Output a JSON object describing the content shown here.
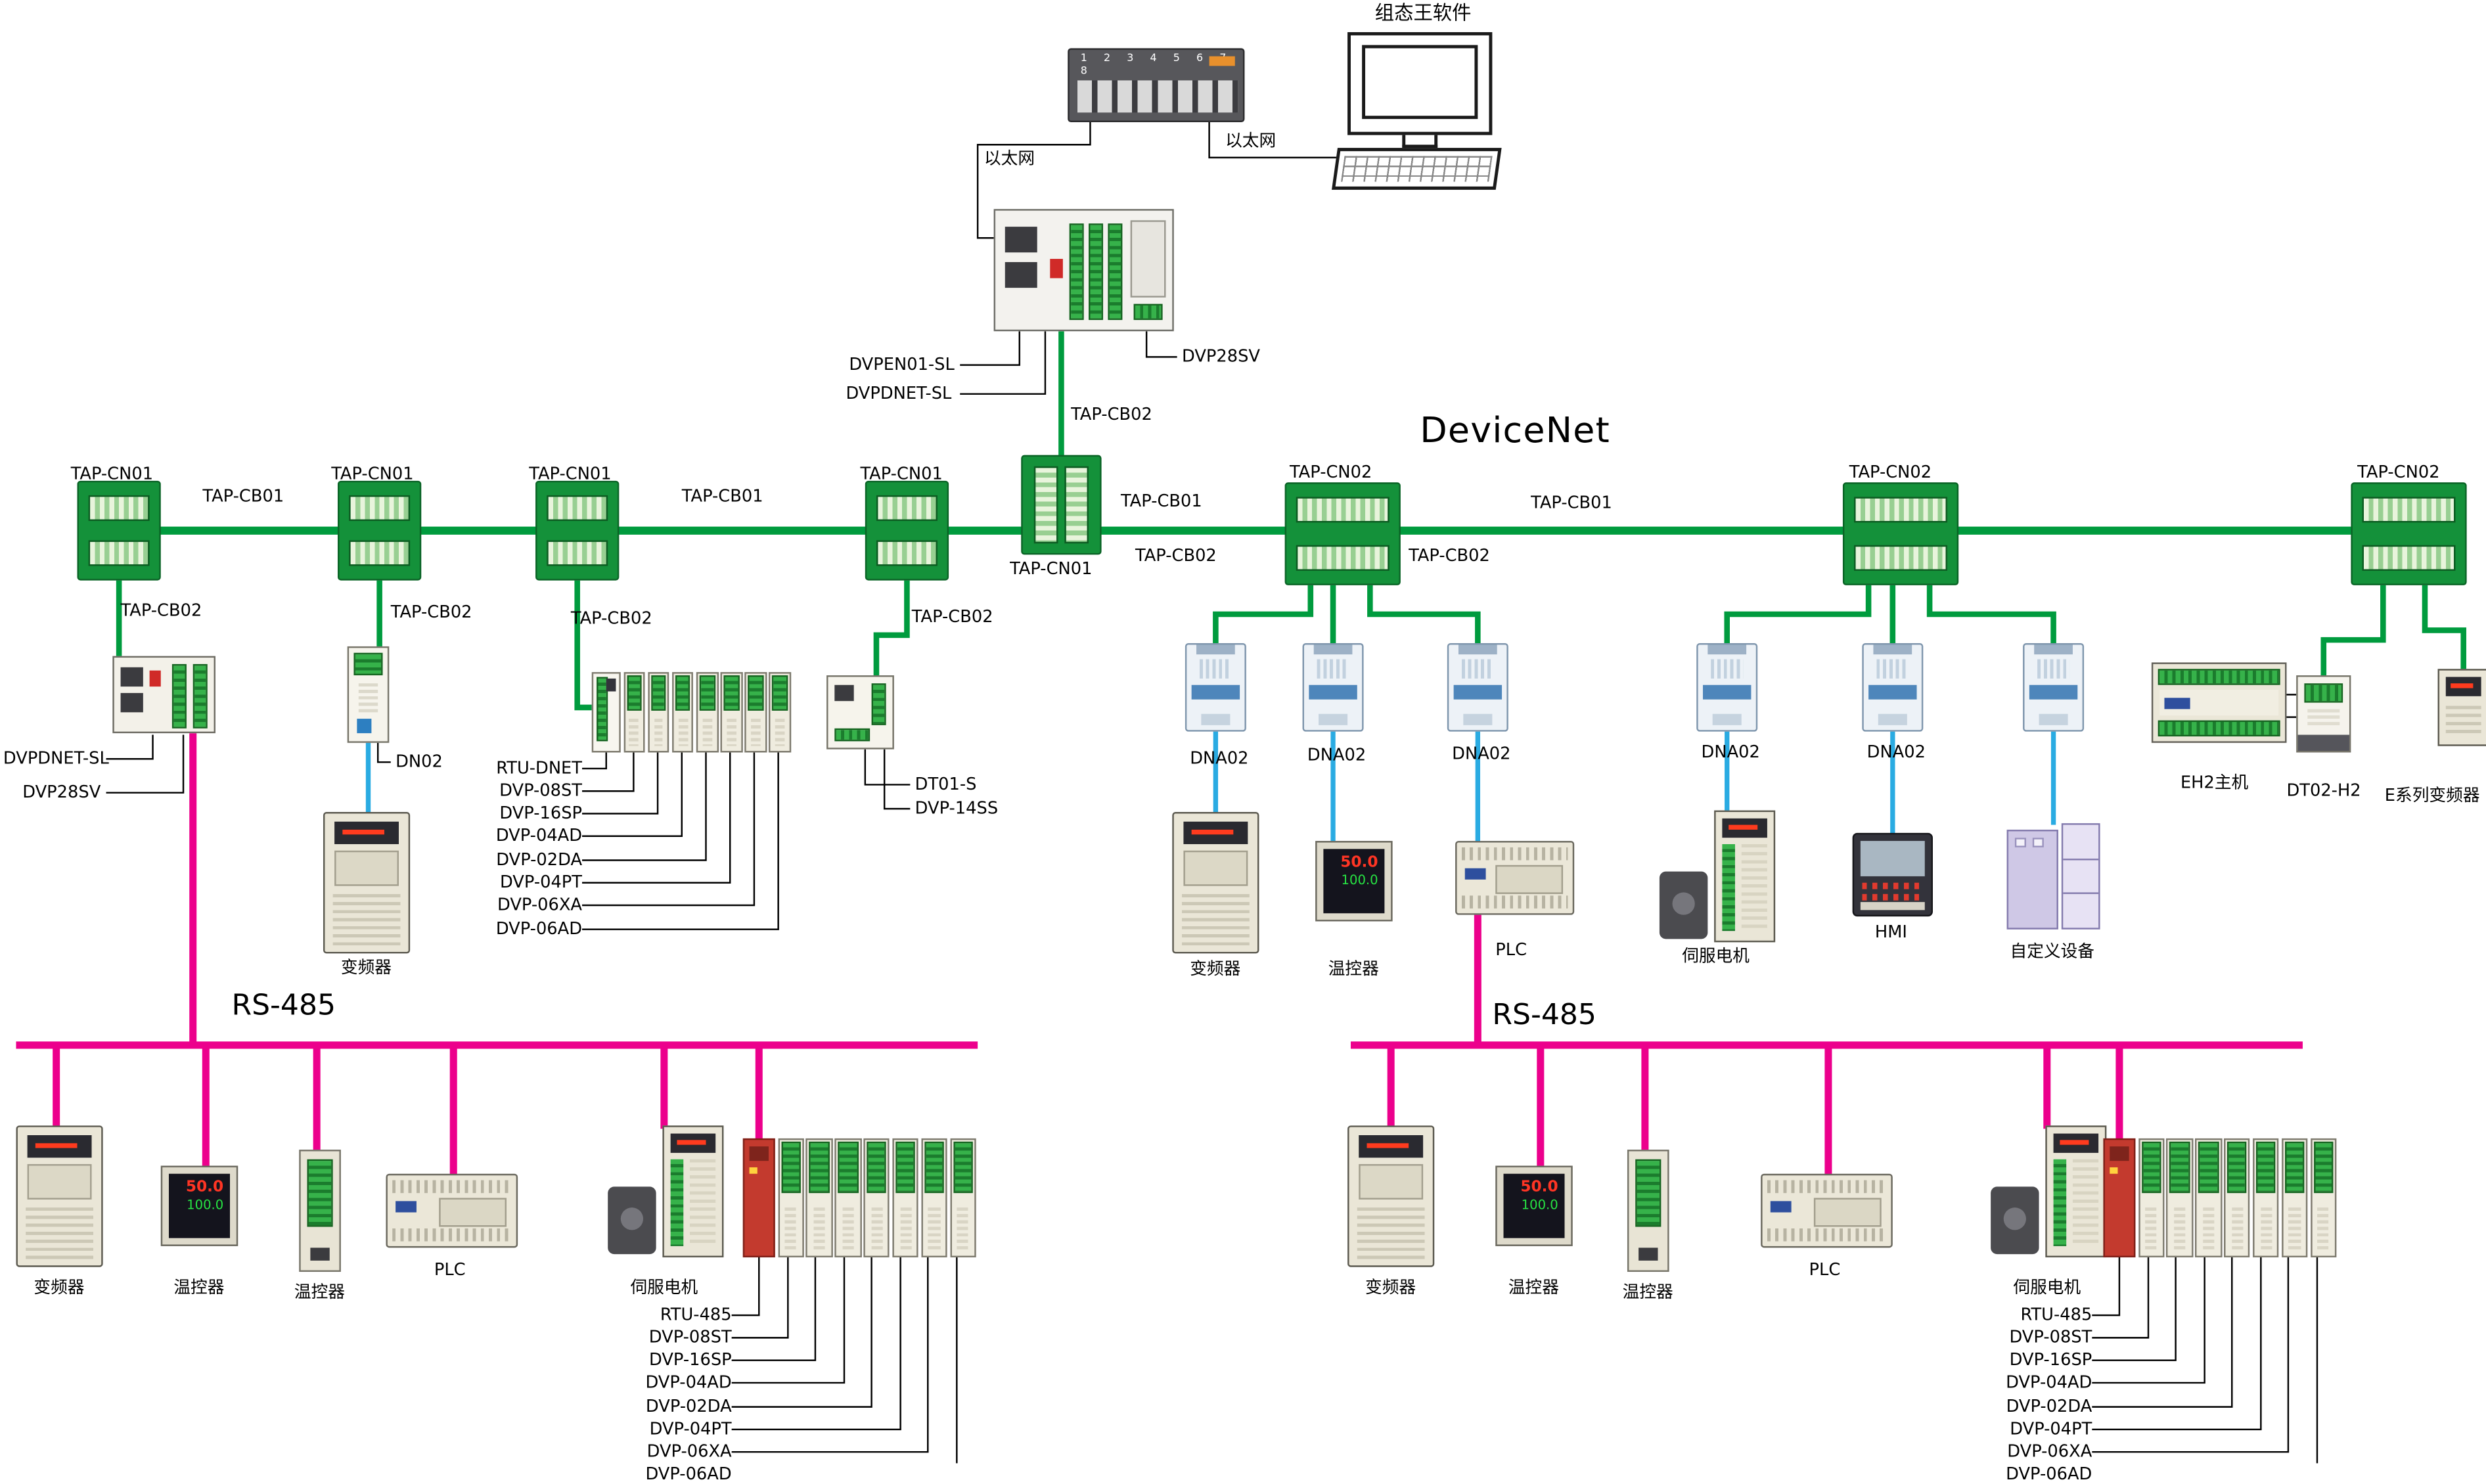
{
  "top": {
    "software_label": "组态王软件",
    "ethernet_label": "以太网",
    "switch_ports": "1 2 3 4 5 6 7 8",
    "callouts": {
      "dvpen01": "DVPEN01-SL",
      "dvpdnet": "DVPDNET-SL",
      "dvp28sv": "DVP28SV"
    }
  },
  "network": {
    "devicenet_title": "DeviceNet",
    "rs485_title": "RS-485",
    "tap_cn01": "TAP-CN01",
    "tap_cn02": "TAP-CN02",
    "tap_cb01": "TAP-CB01",
    "tap_cb02": "TAP-CB02",
    "dna02": "DNA02"
  },
  "devices": {
    "inverter": "变频器",
    "temp_controller": "温控器",
    "plc": "PLC",
    "servo": "伺服电机",
    "hmi": "HMI",
    "custom_device": "自定义设备",
    "dn02": "DN02",
    "dt01s": "DT01-S",
    "dvp14ss": "DVP-14SS",
    "dvpdnet_sl": "DVPDNET-SL",
    "dvp28sv": "DVP28SV",
    "eh2_host": "EH2主机",
    "dt02h2": "DT02-H2",
    "e_series_inverter": "E系列变频器"
  },
  "displays": {
    "temp_pv": "50.0",
    "temp_sv": "100.0"
  },
  "rtu_dnet_modules": [
    "RTU-DNET",
    "DVP-08ST",
    "DVP-16SP",
    "DVP-04AD",
    "DVP-02DA",
    "DVP-04PT",
    "DVP-06XA",
    "DVP-06AD"
  ],
  "rtu_485_modules": [
    "RTU-485",
    "DVP-08ST",
    "DVP-16SP",
    "DVP-04AD",
    "DVP-02DA",
    "DVP-04PT",
    "DVP-06XA",
    "DVP-06AD"
  ],
  "colors": {
    "devicenet_green": "#009b3e",
    "rs485_magenta": "#ec008c",
    "drop_blue": "#2aabe2"
  }
}
